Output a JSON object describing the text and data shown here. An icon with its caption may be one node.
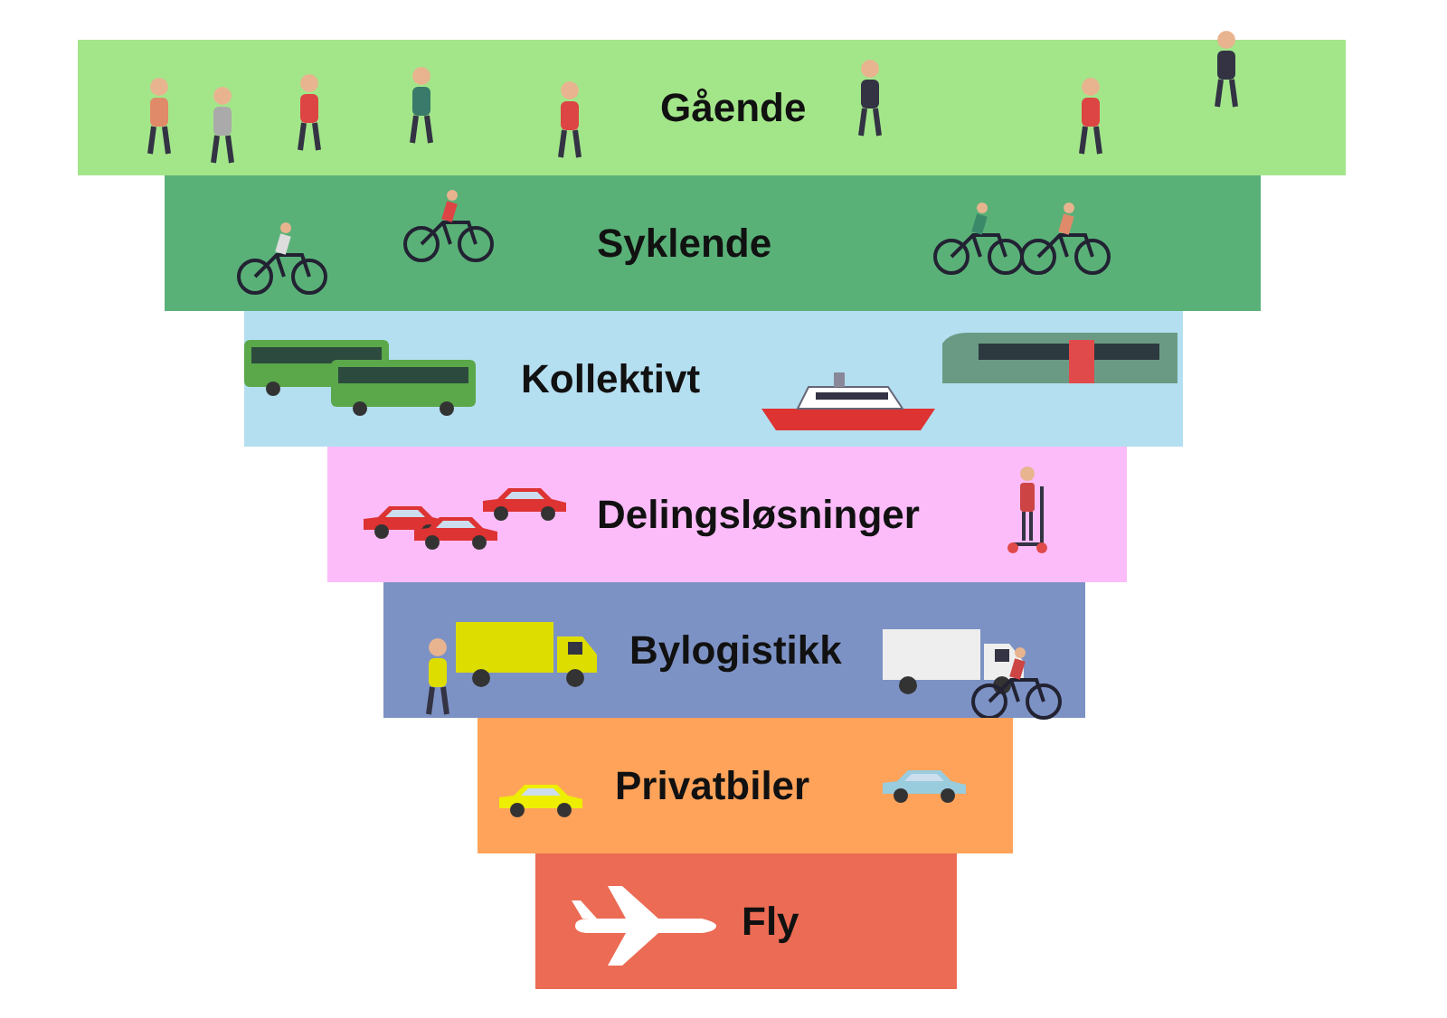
{
  "diagram": {
    "nodes": [
      {
        "text": [
          "Gående"
        ]
      },
      {
        "text": [
          "Syklende"
        ]
      },
      {
        "text": [
          "Kollektivt"
        ]
      },
      {
        "text": [
          "Delingsløsninger"
        ]
      },
      {
        "text": [
          "Bylogistikk"
        ]
      },
      {
        "text": [
          "Privatbiler"
        ]
      },
      {
        "text": [
          "Fly"
        ]
      }
    ]
  }
}
